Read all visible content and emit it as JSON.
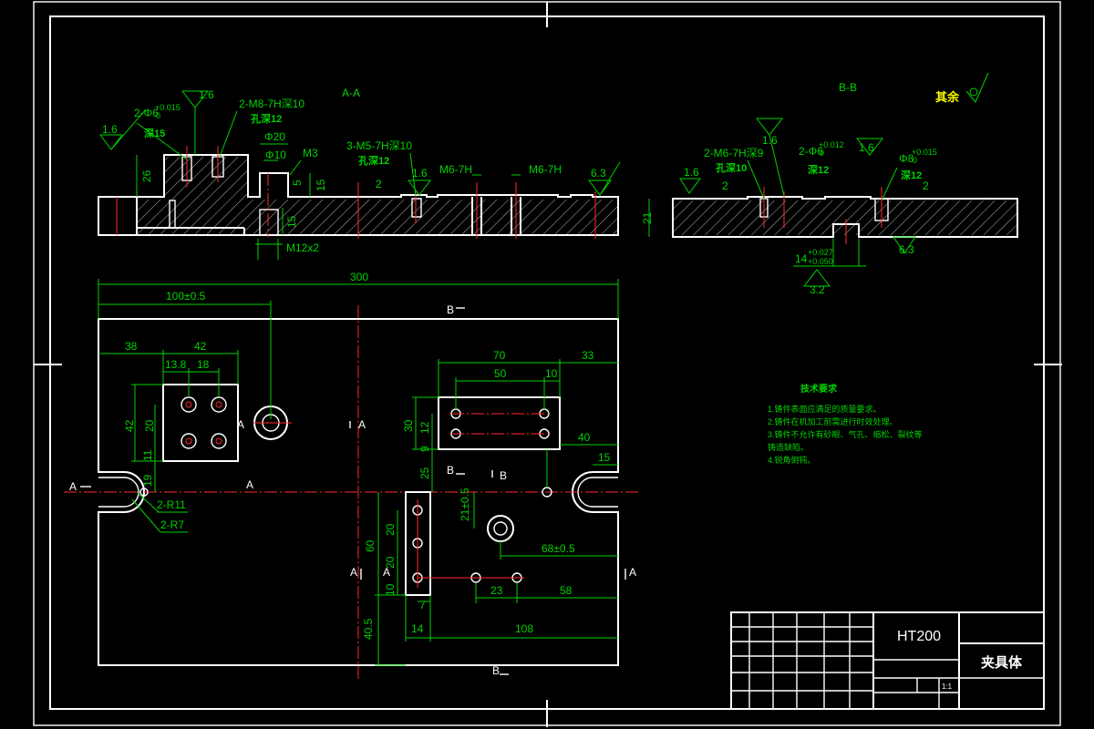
{
  "sections": {
    "aa": "A-A",
    "bb": "B-B"
  },
  "rest_mark": "其余",
  "roughness": {
    "r16": "1.6",
    "r63": "6.3",
    "r32": "3.2"
  },
  "aa_dims": {
    "hole_2d6": "2-Φ6",
    "hole_tol": "+0.015",
    "hole_tol0": "0",
    "deep15": "深15",
    "m8": "2-M8-7H深10",
    "m8_hole": "孔深12",
    "d20": "Φ20",
    "d10": "Φ10",
    "m3": "M3",
    "m5": "3-M5-7H深10",
    "m5_hole": "孔深12",
    "m6a": "M6-7H",
    "m6b": "M6-7H",
    "d26": "26",
    "d5": "5",
    "d15a": "15",
    "d15b": "15",
    "d2": "2",
    "m12": "M12x2"
  },
  "bb_dims": {
    "m6": "2-M6-7H深9",
    "m6_hole": "孔深10",
    "d6": "2-Φ6",
    "d6_tol": "+0.012",
    "d6_tol0": "0",
    "deep12a": "深12",
    "d8": "Φ8",
    "d8_tol": "+0.015",
    "d8_tol0": "0",
    "deep12b": "深12",
    "d21": "21",
    "d2a": "2",
    "d2b": "2",
    "slot": "14",
    "slot_tol1": "+0.027",
    "slot_tol2": "+0.050"
  },
  "plan_dims": {
    "d300": "300",
    "d100": "100±0.5",
    "d38": "38",
    "d42h": "42",
    "d138": "13.8",
    "d18": "18",
    "d42v": "42",
    "d20v": "20",
    "d11": "11",
    "d70": "70",
    "d33": "33",
    "d50": "50",
    "d10": "10",
    "d30": "30",
    "d12": "12",
    "d9": "9",
    "d40": "40",
    "d15": "15",
    "d25": "25",
    "d19": "19",
    "r11": "2-R11",
    "r7": "2-R7",
    "d21": "21±0.5",
    "d68": "68±0.5",
    "d60": "60",
    "d20a": "20",
    "d20b": "20",
    "d10v": "10",
    "d7": "7",
    "d23": "23",
    "d58": "58",
    "d405": "40.5",
    "d14": "14",
    "d108": "108"
  },
  "section_marks": {
    "a_left": "A",
    "a_left2": "A",
    "a_mid1": "A",
    "a_mid2": "A",
    "a_bot_left": "A",
    "a_bot_right": "A",
    "a_circle": "A",
    "b_top": "B",
    "b_mid_left": "B",
    "b_mid_right": "B",
    "b_bottom": "B"
  },
  "notes": {
    "title": "技术要求",
    "lines": [
      "1.铸件表面应满足的质量要求。",
      "2.铸件在机加工前需进行时效处理。",
      "3.铸件不允许有砂眼、气孔、缩松、裂纹等",
      "铸造缺陷。",
      "4.锐角倒钝。"
    ]
  },
  "title_block": {
    "material": "HT200",
    "name": "夹具体",
    "scale": "1:1"
  }
}
